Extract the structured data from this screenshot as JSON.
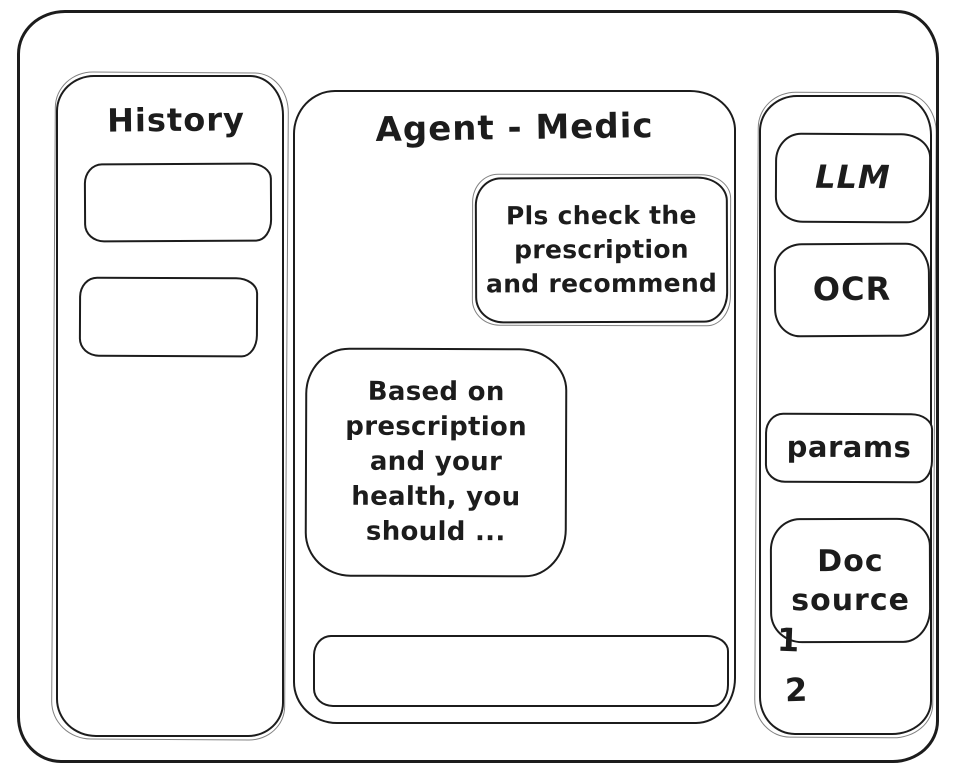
{
  "theme": {
    "stroke_color": "#1c1c1c",
    "background_color": "#ffffff"
  },
  "history_panel": {
    "title": "History",
    "items": [
      "",
      ""
    ]
  },
  "chat_panel": {
    "title": "Agent - Medic",
    "user_message": "Pls check the\nprescription\nand recommend",
    "assistant_message": "Based on\nprescription\nand your\nhealth, you\nshould ...",
    "input_value": ""
  },
  "tools_panel": {
    "buttons": [
      {
        "label": "LLM"
      },
      {
        "label": "OCR"
      },
      {
        "label": "params"
      },
      {
        "label": "Doc\nsource"
      }
    ],
    "doc_sources": [
      "1",
      "2"
    ]
  }
}
